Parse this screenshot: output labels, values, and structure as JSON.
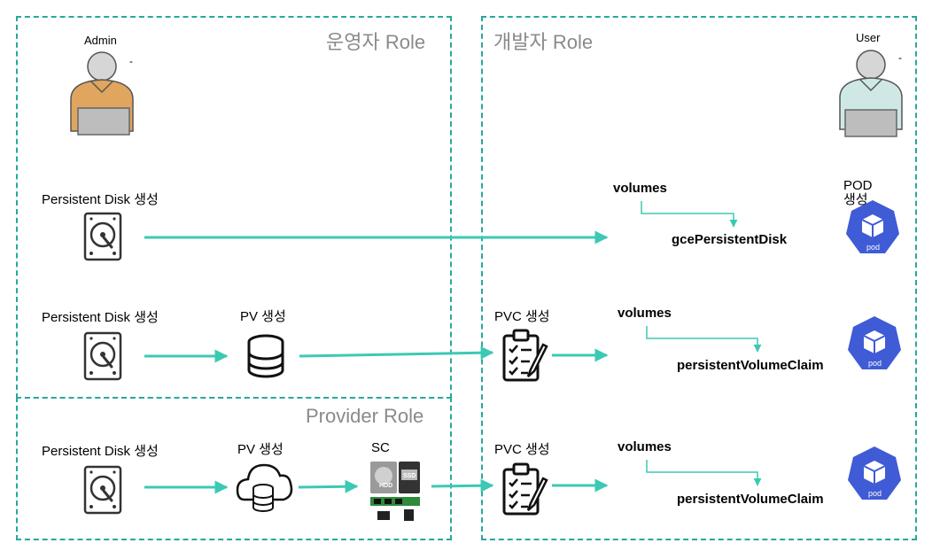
{
  "roles": {
    "operator": "운영자 Role",
    "developer": "개발자 Role",
    "provider": "Provider Role"
  },
  "people": {
    "admin": "Admin",
    "user": "User",
    "admin_mark": "-",
    "user_mark": "-"
  },
  "rows": [
    {
      "disk_label": "Persistent Disk 생성",
      "volumes": "volumes",
      "target": "gcePersistentDisk"
    },
    {
      "disk_label": "Persistent Disk 생성",
      "pv_label": "PV 생성",
      "pvc_label": "PVC 생성",
      "volumes": "volumes",
      "target": "persistentVolumeClaim"
    },
    {
      "disk_label": "Persistent Disk 생성",
      "pv_label": "PV 생성",
      "sc_label": "SC",
      "pvc_label": "PVC 생성",
      "volumes": "volumes",
      "target": "persistentVolumeClaim"
    }
  ],
  "pod_label": "POD 생성",
  "pod_icon_text": "pod",
  "sc_icon_texts": [
    "HDD",
    "SSD"
  ],
  "colors": {
    "accent": "#3cc9b4",
    "zone_border": "#2aa89a",
    "pod": "#3f5bd6"
  }
}
